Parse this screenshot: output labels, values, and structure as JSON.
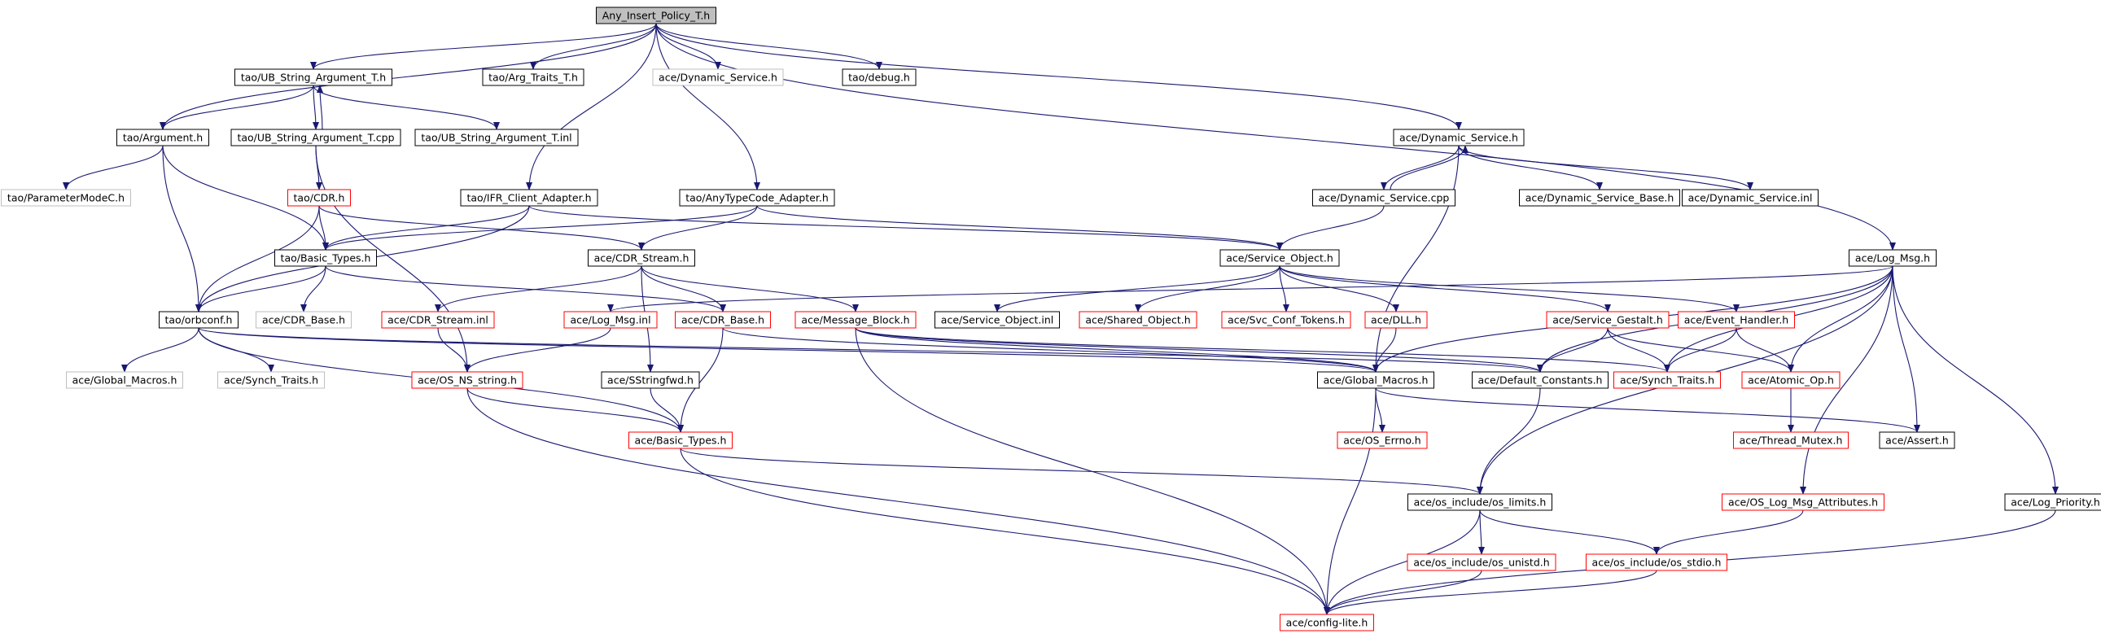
{
  "diagram": {
    "nodes": [
      {
        "id": "root",
        "label": "Any_Insert_Policy_T.h",
        "style": "root"
      },
      {
        "id": "ub_arg_h",
        "label": "tao/UB_String_Argument_T.h",
        "style": "normal"
      },
      {
        "id": "arg_traits",
        "label": "tao/Arg_Traits_T.h",
        "style": "normal"
      },
      {
        "id": "dyn_svc_gray",
        "label": "ace/Dynamic_Service.h",
        "style": "missing"
      },
      {
        "id": "tao_debug",
        "label": "tao/debug.h",
        "style": "normal"
      },
      {
        "id": "tao_argument",
        "label": "tao/Argument.h",
        "style": "normal"
      },
      {
        "id": "ub_arg_cpp",
        "label": "tao/UB_String_Argument_T.cpp",
        "style": "normal"
      },
      {
        "id": "ub_arg_inl",
        "label": "tao/UB_String_Argument_T.inl",
        "style": "normal"
      },
      {
        "id": "ace_dyn_svc",
        "label": "ace/Dynamic_Service.h",
        "style": "normal"
      },
      {
        "id": "param_mode",
        "label": "tao/ParameterModeC.h",
        "style": "missing"
      },
      {
        "id": "tao_cdr",
        "label": "tao/CDR.h",
        "style": "truncated"
      },
      {
        "id": "ifr_client",
        "label": "tao/IFR_Client_Adapter.h",
        "style": "normal"
      },
      {
        "id": "anytc_adapter",
        "label": "tao/AnyTypeCode_Adapter.h",
        "style": "normal"
      },
      {
        "id": "dyn_svc_cpp",
        "label": "ace/Dynamic_Service.cpp",
        "style": "normal"
      },
      {
        "id": "dyn_svc_base",
        "label": "ace/Dynamic_Service_Base.h",
        "style": "normal"
      },
      {
        "id": "dyn_svc_inl",
        "label": "ace/Dynamic_Service.inl",
        "style": "normal"
      },
      {
        "id": "tao_basic_types",
        "label": "tao/Basic_Types.h",
        "style": "normal"
      },
      {
        "id": "cdr_stream",
        "label": "ace/CDR_Stream.h",
        "style": "normal"
      },
      {
        "id": "svc_object",
        "label": "ace/Service_Object.h",
        "style": "normal"
      },
      {
        "id": "log_msg",
        "label": "ace/Log_Msg.h",
        "style": "normal"
      },
      {
        "id": "orbconf",
        "label": "tao/orbconf.h",
        "style": "normal"
      },
      {
        "id": "cdr_base_gray",
        "label": "ace/CDR_Base.h",
        "style": "missing"
      },
      {
        "id": "cdr_stream_inl",
        "label": "ace/CDR_Stream.inl",
        "style": "truncated"
      },
      {
        "id": "log_msg_inl",
        "label": "ace/Log_Msg.inl",
        "style": "truncated"
      },
      {
        "id": "ace_cdr_base",
        "label": "ace/CDR_Base.h",
        "style": "truncated"
      },
      {
        "id": "msg_block",
        "label": "ace/Message_Block.h",
        "style": "truncated"
      },
      {
        "id": "svc_object_inl",
        "label": "ace/Service_Object.inl",
        "style": "normal"
      },
      {
        "id": "shared_object",
        "label": "ace/Shared_Object.h",
        "style": "truncated"
      },
      {
        "id": "svc_conf_tokens",
        "label": "ace/Svc_Conf_Tokens.h",
        "style": "truncated"
      },
      {
        "id": "ace_dll",
        "label": "ace/DLL.h",
        "style": "truncated"
      },
      {
        "id": "svc_gestalt",
        "label": "ace/Service_Gestalt.h",
        "style": "truncated"
      },
      {
        "id": "event_handler",
        "label": "ace/Event_Handler.h",
        "style": "truncated"
      },
      {
        "id": "global_macros_gray",
        "label": "ace/Global_Macros.h",
        "style": "missing"
      },
      {
        "id": "synch_traits_gray",
        "label": "ace/Synch_Traits.h",
        "style": "missing"
      },
      {
        "id": "os_ns_string",
        "label": "ace/OS_NS_string.h",
        "style": "truncated"
      },
      {
        "id": "sstringfwd",
        "label": "ace/SStringfwd.h",
        "style": "normal"
      },
      {
        "id": "global_macros",
        "label": "ace/Global_Macros.h",
        "style": "normal"
      },
      {
        "id": "default_constants",
        "label": "ace/Default_Constants.h",
        "style": "normal"
      },
      {
        "id": "synch_traits_red",
        "label": "ace/Synch_Traits.h",
        "style": "truncated"
      },
      {
        "id": "atomic_op",
        "label": "ace/Atomic_Op.h",
        "style": "truncated"
      },
      {
        "id": "ace_basic_types",
        "label": "ace/Basic_Types.h",
        "style": "truncated"
      },
      {
        "id": "os_errno",
        "label": "ace/OS_Errno.h",
        "style": "truncated"
      },
      {
        "id": "thread_mutex",
        "label": "ace/Thread_Mutex.h",
        "style": "truncated"
      },
      {
        "id": "ace_assert",
        "label": "ace/Assert.h",
        "style": "normal"
      },
      {
        "id": "os_limits",
        "label": "ace/os_include/os_limits.h",
        "style": "normal"
      },
      {
        "id": "os_log_msg_attr",
        "label": "ace/OS_Log_Msg_Attributes.h",
        "style": "truncated"
      },
      {
        "id": "log_priority",
        "label": "ace/Log_Priority.h",
        "style": "normal"
      },
      {
        "id": "os_unistd",
        "label": "ace/os_include/os_unistd.h",
        "style": "truncated"
      },
      {
        "id": "os_stdio",
        "label": "ace/os_include/os_stdio.h",
        "style": "truncated"
      },
      {
        "id": "config_lite",
        "label": "ace/config-lite.h",
        "style": "truncated"
      }
    ],
    "edges": [
      [
        "root",
        "ub_arg_h"
      ],
      [
        "root",
        "arg_traits"
      ],
      [
        "root",
        "dyn_svc_gray"
      ],
      [
        "root",
        "tao_debug"
      ],
      [
        "root",
        "tao_argument"
      ],
      [
        "root",
        "ifr_client"
      ],
      [
        "root",
        "anytc_adapter"
      ],
      [
        "root",
        "ace_dyn_svc"
      ],
      [
        "root",
        "log_msg"
      ],
      [
        "ub_arg_h",
        "tao_argument"
      ],
      [
        "ub_arg_h",
        "ub_arg_cpp"
      ],
      [
        "ub_arg_h",
        "ub_arg_inl"
      ],
      [
        "ub_arg_cpp",
        "ub_arg_h"
      ],
      [
        "ub_arg_cpp",
        "tao_cdr"
      ],
      [
        "ub_arg_cpp",
        "os_ns_string"
      ],
      [
        "tao_argument",
        "param_mode"
      ],
      [
        "tao_argument",
        "tao_basic_types"
      ],
      [
        "tao_argument",
        "orbconf"
      ],
      [
        "tao_cdr",
        "tao_basic_types"
      ],
      [
        "tao_cdr",
        "cdr_stream"
      ],
      [
        "tao_cdr",
        "orbconf"
      ],
      [
        "ifr_client",
        "tao_basic_types"
      ],
      [
        "ifr_client",
        "orbconf"
      ],
      [
        "ifr_client",
        "svc_object"
      ],
      [
        "anytc_adapter",
        "tao_basic_types"
      ],
      [
        "anytc_adapter",
        "cdr_stream"
      ],
      [
        "anytc_adapter",
        "svc_object"
      ],
      [
        "ace_dyn_svc",
        "dyn_svc_cpp"
      ],
      [
        "ace_dyn_svc",
        "dyn_svc_base"
      ],
      [
        "ace_dyn_svc",
        "dyn_svc_inl"
      ],
      [
        "ace_dyn_svc",
        "global_macros"
      ],
      [
        "dyn_svc_cpp",
        "ace_dyn_svc"
      ],
      [
        "dyn_svc_cpp",
        "svc_object"
      ],
      [
        "tao_basic_types",
        "orbconf"
      ],
      [
        "tao_basic_types",
        "cdr_base_gray"
      ],
      [
        "tao_basic_types",
        "ace_cdr_base"
      ],
      [
        "cdr_stream",
        "cdr_stream_inl"
      ],
      [
        "cdr_stream",
        "ace_cdr_base"
      ],
      [
        "cdr_stream",
        "msg_block"
      ],
      [
        "cdr_stream",
        "sstringfwd"
      ],
      [
        "svc_object",
        "svc_object_inl"
      ],
      [
        "svc_object",
        "shared_object"
      ],
      [
        "svc_object",
        "svc_conf_tokens"
      ],
      [
        "svc_object",
        "ace_dll"
      ],
      [
        "svc_object",
        "svc_gestalt"
      ],
      [
        "svc_object",
        "event_handler"
      ],
      [
        "log_msg",
        "log_msg_inl"
      ],
      [
        "log_msg",
        "global_macros"
      ],
      [
        "log_msg",
        "default_constants"
      ],
      [
        "log_msg",
        "synch_traits_red"
      ],
      [
        "log_msg",
        "atomic_op"
      ],
      [
        "log_msg",
        "ace_assert"
      ],
      [
        "log_msg",
        "os_limits"
      ],
      [
        "log_msg",
        "os_log_msg_attr"
      ],
      [
        "log_msg",
        "log_priority"
      ],
      [
        "orbconf",
        "global_macros_gray"
      ],
      [
        "orbconf",
        "synch_traits_gray"
      ],
      [
        "orbconf",
        "ace_basic_types"
      ],
      [
        "orbconf",
        "global_macros"
      ],
      [
        "orbconf",
        "default_constants"
      ],
      [
        "cdr_stream_inl",
        "os_ns_string"
      ],
      [
        "log_msg_inl",
        "os_ns_string"
      ],
      [
        "ace_cdr_base",
        "ace_basic_types"
      ],
      [
        "ace_cdr_base",
        "global_macros"
      ],
      [
        "msg_block",
        "config_lite"
      ],
      [
        "msg_block",
        "synch_traits_red"
      ],
      [
        "msg_block",
        "default_constants"
      ],
      [
        "msg_block",
        "global_macros"
      ],
      [
        "ace_dll",
        "global_macros"
      ],
      [
        "svc_gestalt",
        "default_constants"
      ],
      [
        "svc_gestalt",
        "synch_traits_red"
      ],
      [
        "svc_gestalt",
        "atomic_op"
      ],
      [
        "event_handler",
        "synch_traits_red"
      ],
      [
        "event_handler",
        "atomic_op"
      ],
      [
        "os_ns_string",
        "ace_basic_types"
      ],
      [
        "os_ns_string",
        "config_lite"
      ],
      [
        "sstringfwd",
        "ace_basic_types"
      ],
      [
        "global_macros",
        "os_errno"
      ],
      [
        "global_macros",
        "ace_assert"
      ],
      [
        "global_macros",
        "config_lite"
      ],
      [
        "default_constants",
        "os_limits"
      ],
      [
        "atomic_op",
        "thread_mutex"
      ],
      [
        "ace_basic_types",
        "os_limits"
      ],
      [
        "ace_basic_types",
        "config_lite"
      ],
      [
        "os_limits",
        "os_unistd"
      ],
      [
        "os_limits",
        "os_stdio"
      ],
      [
        "os_limits",
        "config_lite"
      ],
      [
        "os_log_msg_attr",
        "os_stdio"
      ],
      [
        "os_unistd",
        "config_lite"
      ],
      [
        "os_stdio",
        "config_lite"
      ],
      [
        "log_priority",
        "config_lite"
      ]
    ],
    "colors": {
      "root_fill": "#bfbfbf",
      "normal_border": "#000000",
      "truncated_border": "#ff0000",
      "missing_border": "#bfbfbf",
      "edge": "#191970"
    }
  }
}
